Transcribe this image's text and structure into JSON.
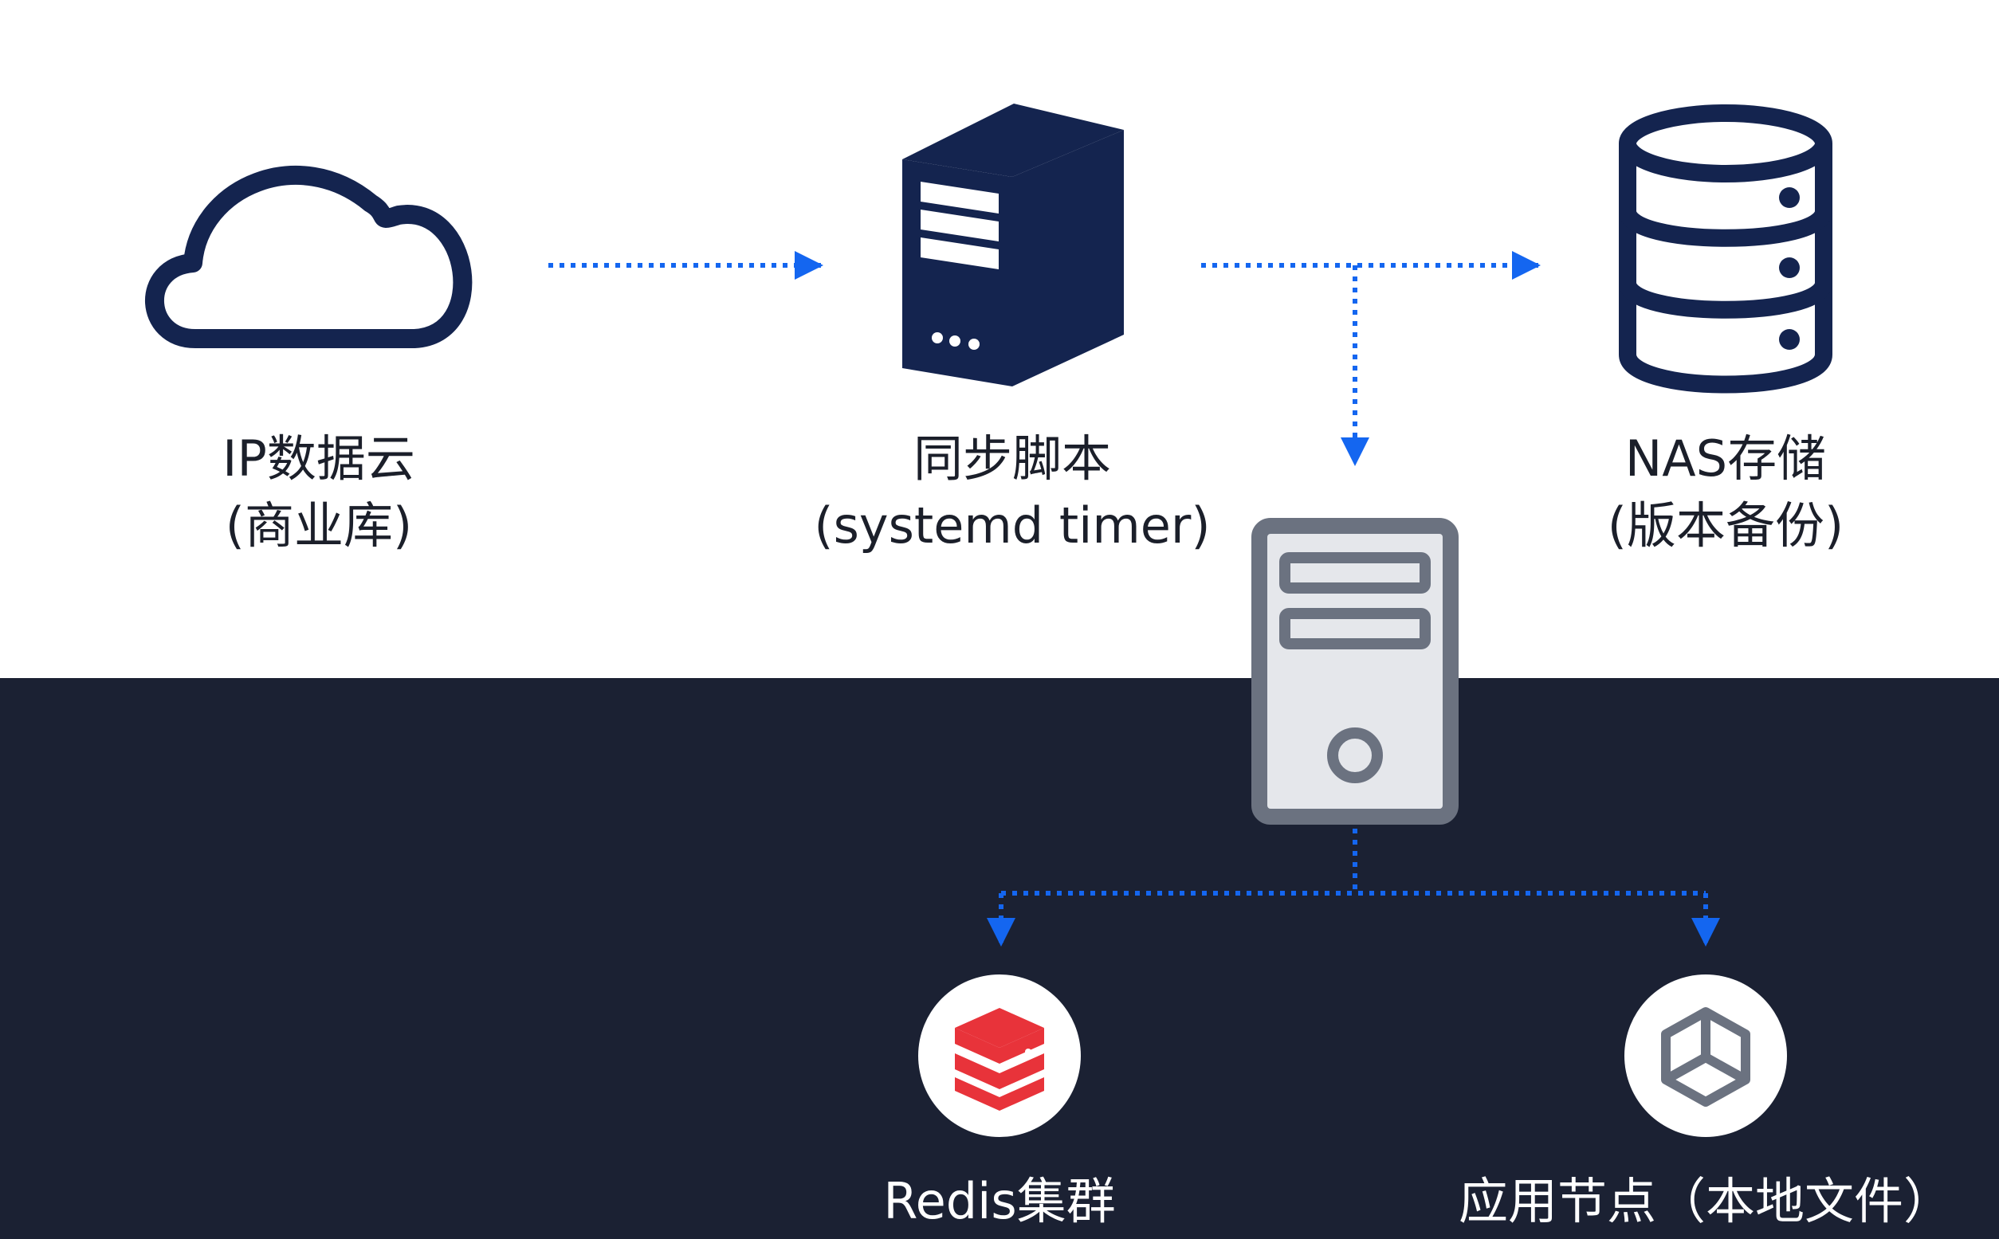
{
  "nodes": {
    "cloud": {
      "title": "IP数据云",
      "subtitle": "(商业库)",
      "icon": "cloud-icon"
    },
    "sync_script": {
      "title": "同步脚本",
      "subtitle": "(systemd timer)",
      "icon": "server-tower-icon"
    },
    "nas": {
      "title": "NAS存储",
      "subtitle": "(版本备份)",
      "icon": "database-icon"
    },
    "relay_server": {
      "icon": "server-tower-icon"
    },
    "redis": {
      "title": "Redis集群",
      "icon": "redis-stack-icon"
    },
    "app_node": {
      "title": "应用节点（本地文件）",
      "icon": "cube-icon"
    }
  },
  "colors": {
    "dark_band": "#1b2133",
    "icon_navy": "#14244f",
    "connector_blue": "#1466f0",
    "redis_red": "#e8333a",
    "server_gray": "#6b7280",
    "server_fill": "#e5e7eb"
  }
}
